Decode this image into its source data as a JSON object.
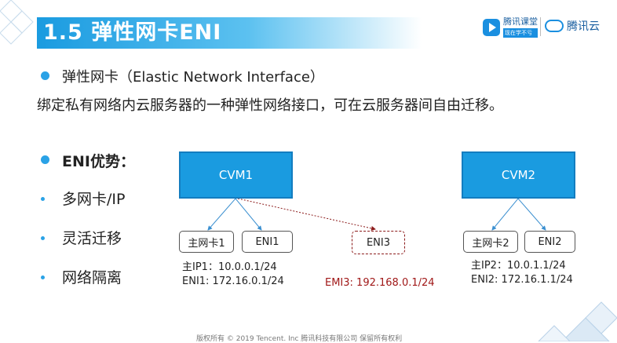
{
  "header": {
    "title": "1.5 弹性网卡ENI",
    "logo_ktang": "腾讯课堂",
    "logo_ktang_sub": "现在学不亏",
    "logo_cloud": "腾讯云"
  },
  "intro": {
    "bullet": "弹性网卡（Elastic Network Interface）",
    "description": "绑定私有网络内云服务器的一种弹性网络接口，可在云服务器间自由迁移。"
  },
  "advantages": {
    "heading": "ENI优势：",
    "items": [
      "多网卡/IP",
      "灵活迁移",
      "网络隔离"
    ]
  },
  "diagram": {
    "cvm1": "CVM1",
    "cvm2": "CVM2",
    "cvm1_primary_nic": "主网卡1",
    "cvm1_eni": "ENI1",
    "eni3": "ENI3",
    "cvm2_primary_nic": "主网卡2",
    "cvm2_eni": "ENI2",
    "cvm1_ip_line1": "主IP1：10.0.0.1/24",
    "cvm1_ip_line2": "ENI1:  172.16.0.1/24",
    "eni3_ip": "EMI3: 192.168.0.1/24",
    "cvm2_ip_line1": "主IP2：10.0.1.1/24",
    "cvm2_ip_line2": "ENI2: 172.16.1.1/24",
    "accent_color": "#1a9be0",
    "eni3_color": "#8b1a1a"
  },
  "footer": {
    "text": "版权所有 © 2019 Tencent. Inc 腾讯科技有限公司 保留所有权利"
  }
}
